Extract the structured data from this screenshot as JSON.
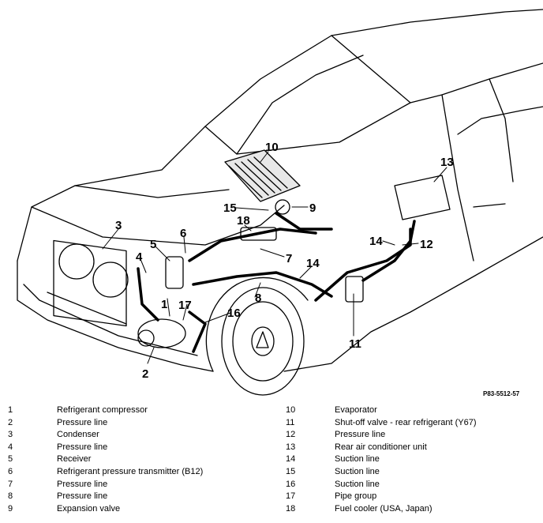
{
  "diagram": {
    "code": "P83-5512-57",
    "callouts": [
      "1",
      "2",
      "3",
      "4",
      "5",
      "6",
      "7",
      "8",
      "9",
      "10",
      "11",
      "12",
      "13",
      "14",
      "14",
      "15",
      "16",
      "17",
      "18"
    ]
  },
  "legend": {
    "left": [
      {
        "num": "1",
        "label": "Refrigerant compressor"
      },
      {
        "num": "2",
        "label": "Pressure line"
      },
      {
        "num": "3",
        "label": "Condenser"
      },
      {
        "num": "4",
        "label": "Pressure line"
      },
      {
        "num": "5",
        "label": "Receiver"
      },
      {
        "num": "6",
        "label": "Refrigerant pressure transmitter (B12)"
      },
      {
        "num": "7",
        "label": "Pressure line"
      },
      {
        "num": "8",
        "label": "Pressure line"
      },
      {
        "num": "9",
        "label": "Expansion valve"
      }
    ],
    "right": [
      {
        "num": "10",
        "label": "Evaporator"
      },
      {
        "num": "11",
        "label": "Shut-off valve - rear refrigerant (Y67)"
      },
      {
        "num": "12",
        "label": "Pressure line"
      },
      {
        "num": "13",
        "label": "Rear air conditioner unit"
      },
      {
        "num": "14",
        "label": "Suction line"
      },
      {
        "num": "15",
        "label": "Suction line"
      },
      {
        "num": "16",
        "label": "Suction line"
      },
      {
        "num": "17",
        "label": "Pipe group"
      },
      {
        "num": "18",
        "label": "Fuel cooler (USA, Japan)"
      }
    ]
  }
}
